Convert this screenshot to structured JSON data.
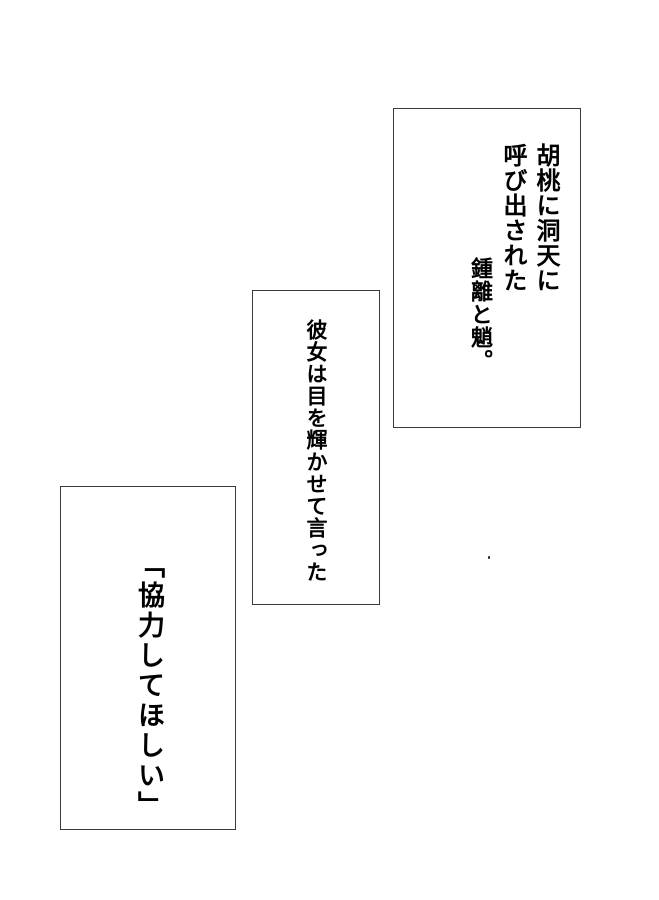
{
  "panels": [
    {
      "lines": [
        "胡桃に洞天に",
        "呼び出された",
        "鍾離と魈。"
      ]
    },
    {
      "lines": [
        "彼女は目を輝かせて言った"
      ]
    },
    {
      "lines": [
        "「協力してほしい」"
      ]
    }
  ],
  "colors": {
    "background": "#ffffff",
    "border": "#3a3a3a",
    "text": "#000000"
  }
}
